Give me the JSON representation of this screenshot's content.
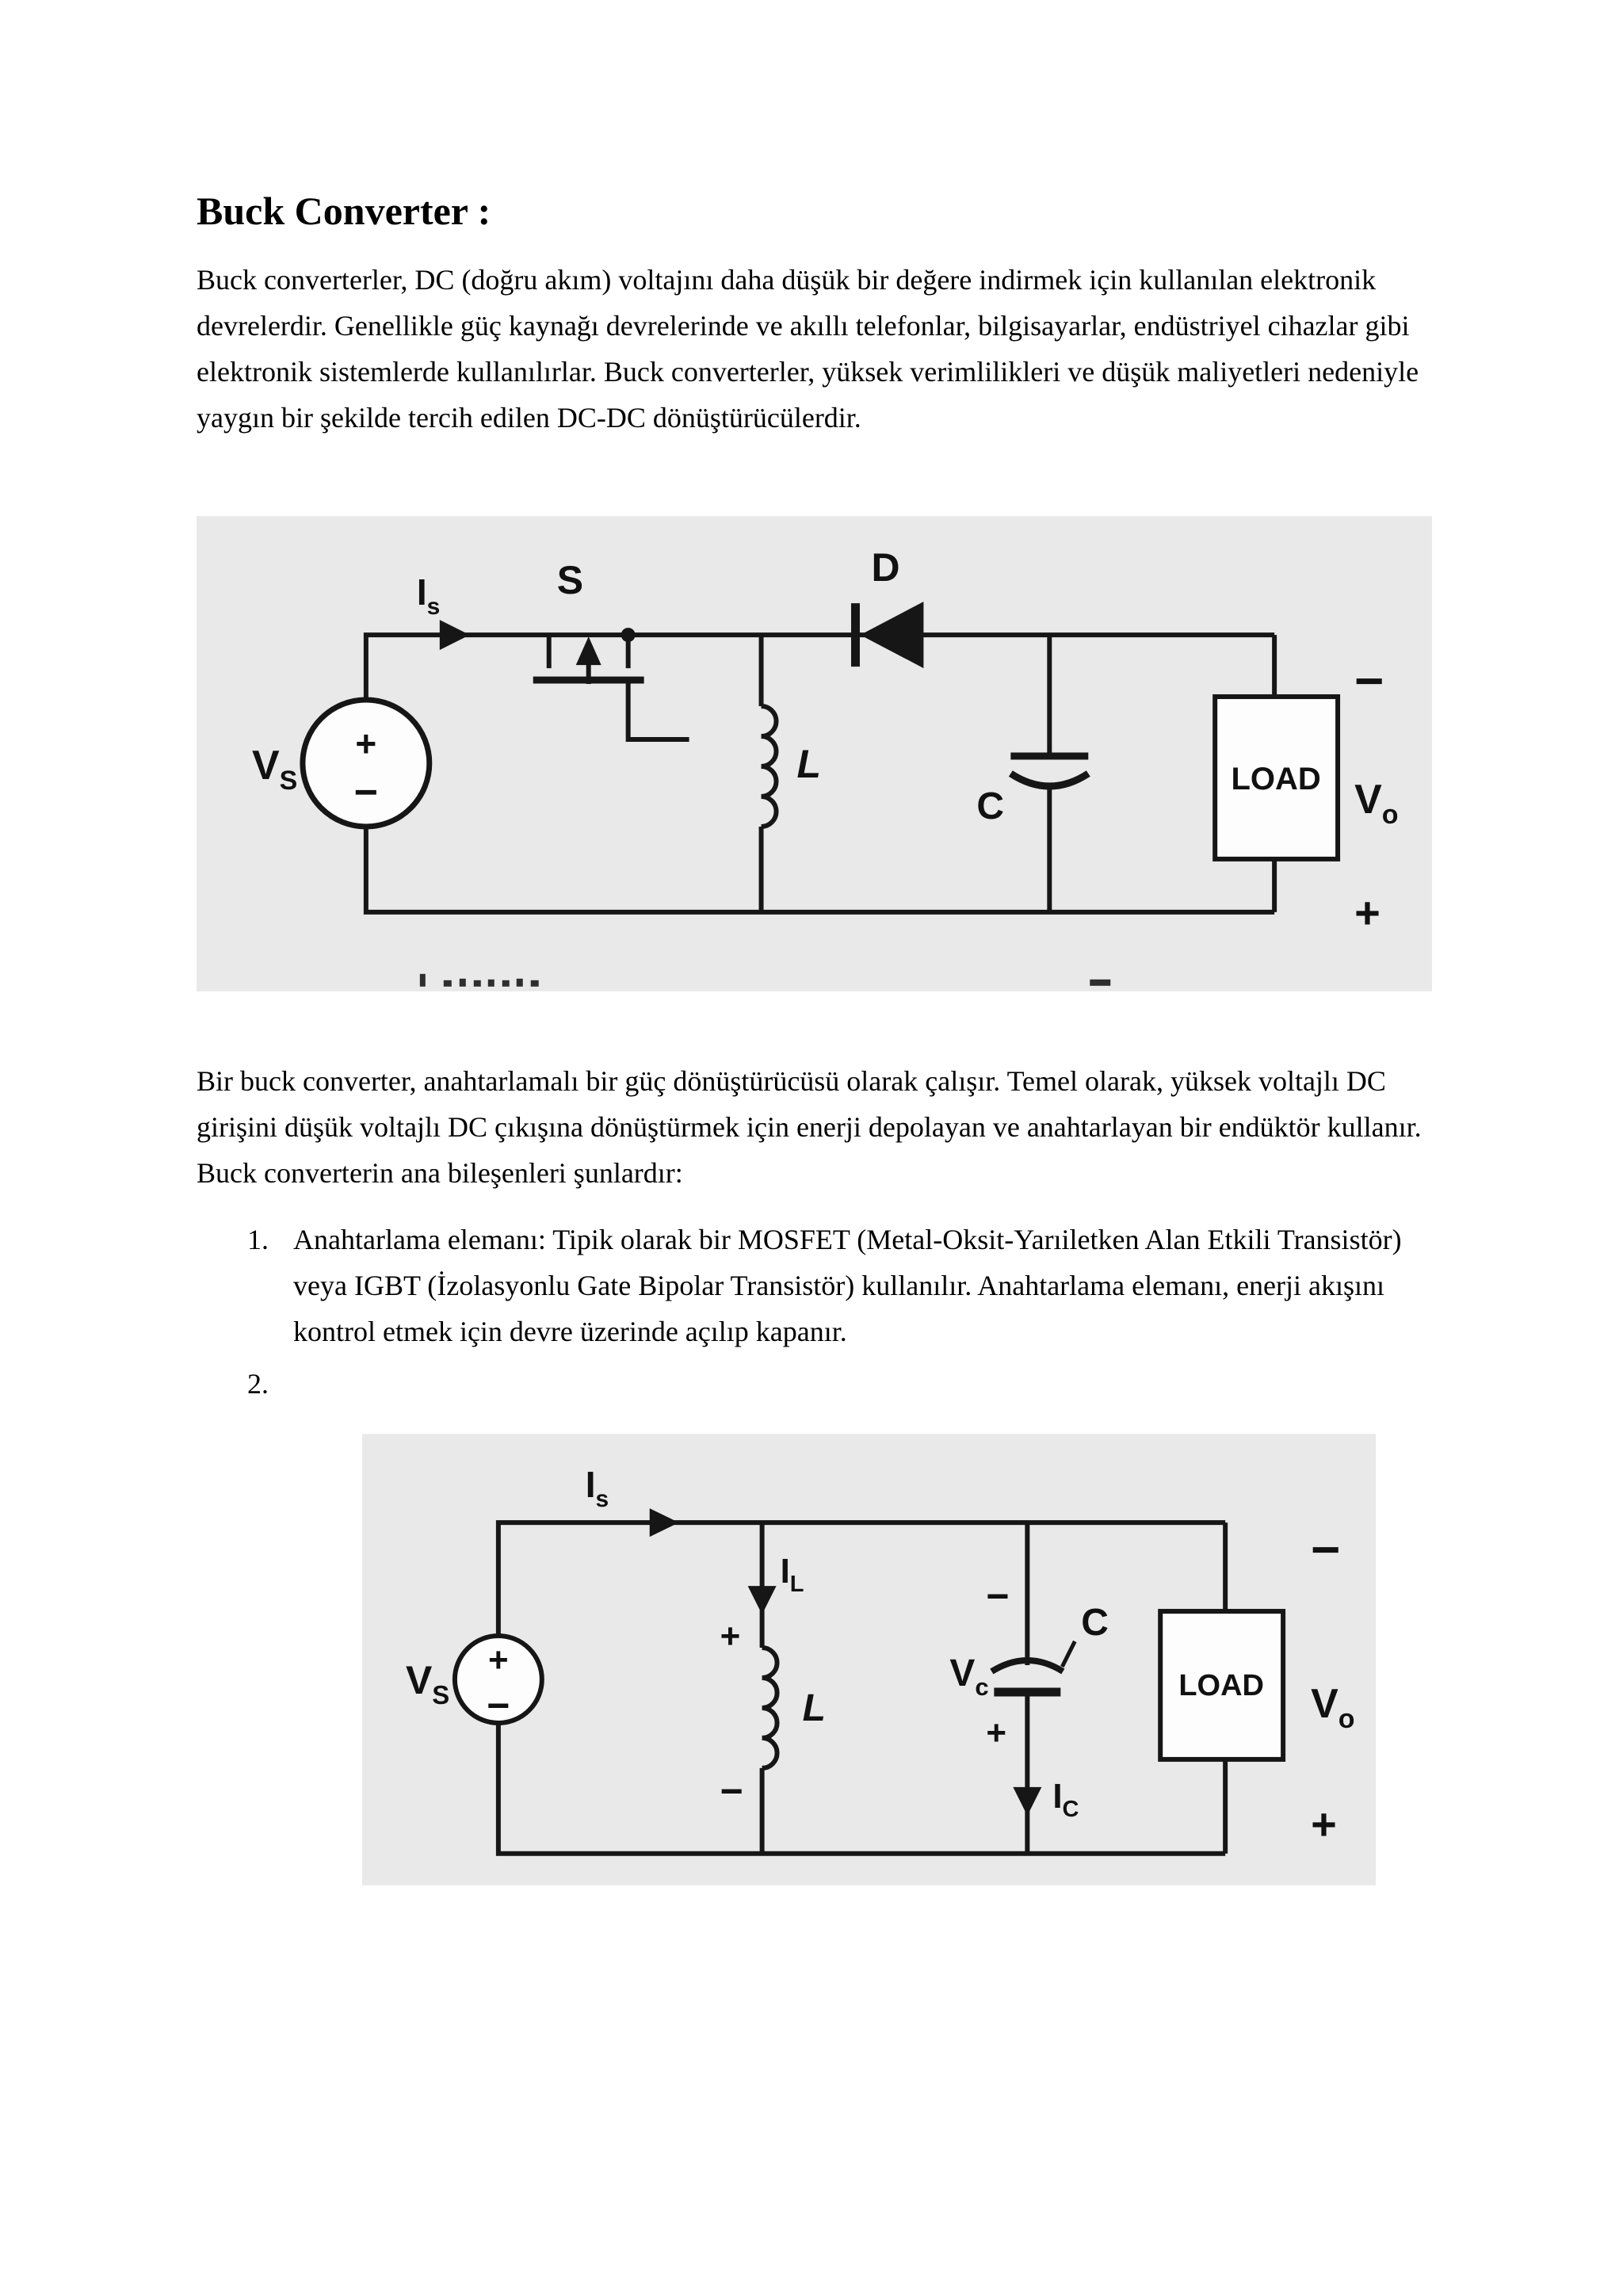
{
  "document": {
    "title": "Buck Converter :",
    "paragraph1": "Buck converterler, DC (doğru akım) voltajını daha düşük bir değere indirmek için kullanılan elektronik devrelerdir. Genellikle güç kaynağı devrelerinde ve akıllı telefonlar, bilgisayarlar, endüstriyel cihazlar gibi elektronik sistemlerde kullanılırlar. Buck converterler, yüksek verimlilikleri ve düşük maliyetleri nedeniyle yaygın bir şekilde tercih edilen DC-DC dönüştürücülerdir.",
    "paragraph2": "Bir buck converter, anahtarlamalı bir güç dönüştürücüsü olarak çalışır. Temel olarak, yüksek voltajlı DC girişini düşük voltajlı DC çıkışına dönüştürmek için enerji depolayan ve anahtarlayan bir endüktör kullanır. Buck converterin ana bileşenleri şunlardır:",
    "list_item1": {
      "number": "1.",
      "text": "Anahtarlama elemanı: Tipik olarak bir MOSFET (Metal-Oksit-Yarıiletken Alan Etkili Transistör) veya IGBT (İzolasyonlu Gate Bipolar Transistör) kullanılır. Anahtarlama elemanı, enerji akışını kontrol etmek için devre üzerinde açılıp kapanır."
    },
    "list_item2": {
      "number": "2."
    }
  },
  "figure1": {
    "background": "#e9e9e9",
    "labels": {
      "source_current": {
        "main": "I",
        "sub": "s"
      },
      "switch": "S",
      "diode": "D",
      "source_voltage": {
        "main": "V",
        "sub": "S"
      },
      "source_plus": "+",
      "source_minus": "−",
      "inductor": "L",
      "capacitor": "C",
      "load": "LOAD",
      "output_minus": "−",
      "output_voltage": {
        "main": "V",
        "sub": "o"
      },
      "output_plus": "+"
    }
  },
  "figure2": {
    "background": "#e9e9e9",
    "labels": {
      "source_current": {
        "main": "I",
        "sub": "s"
      },
      "inductor_current": {
        "main": "I",
        "sub": "L"
      },
      "source_voltage": {
        "main": "V",
        "sub": "S"
      },
      "source_plus": "+",
      "source_minus": "−",
      "inductor_plus": "+",
      "inductor": "L",
      "inductor_minus": "−",
      "cap_minus": "−",
      "cap_voltage": {
        "main": "V",
        "sub": "c"
      },
      "cap_plus": "+",
      "capacitor": "C",
      "cap_current": {
        "main": "I",
        "sub": "C"
      },
      "load": "LOAD",
      "output_minus": "−",
      "output_voltage": {
        "main": "V",
        "sub": "o"
      },
      "output_plus": "+"
    }
  }
}
